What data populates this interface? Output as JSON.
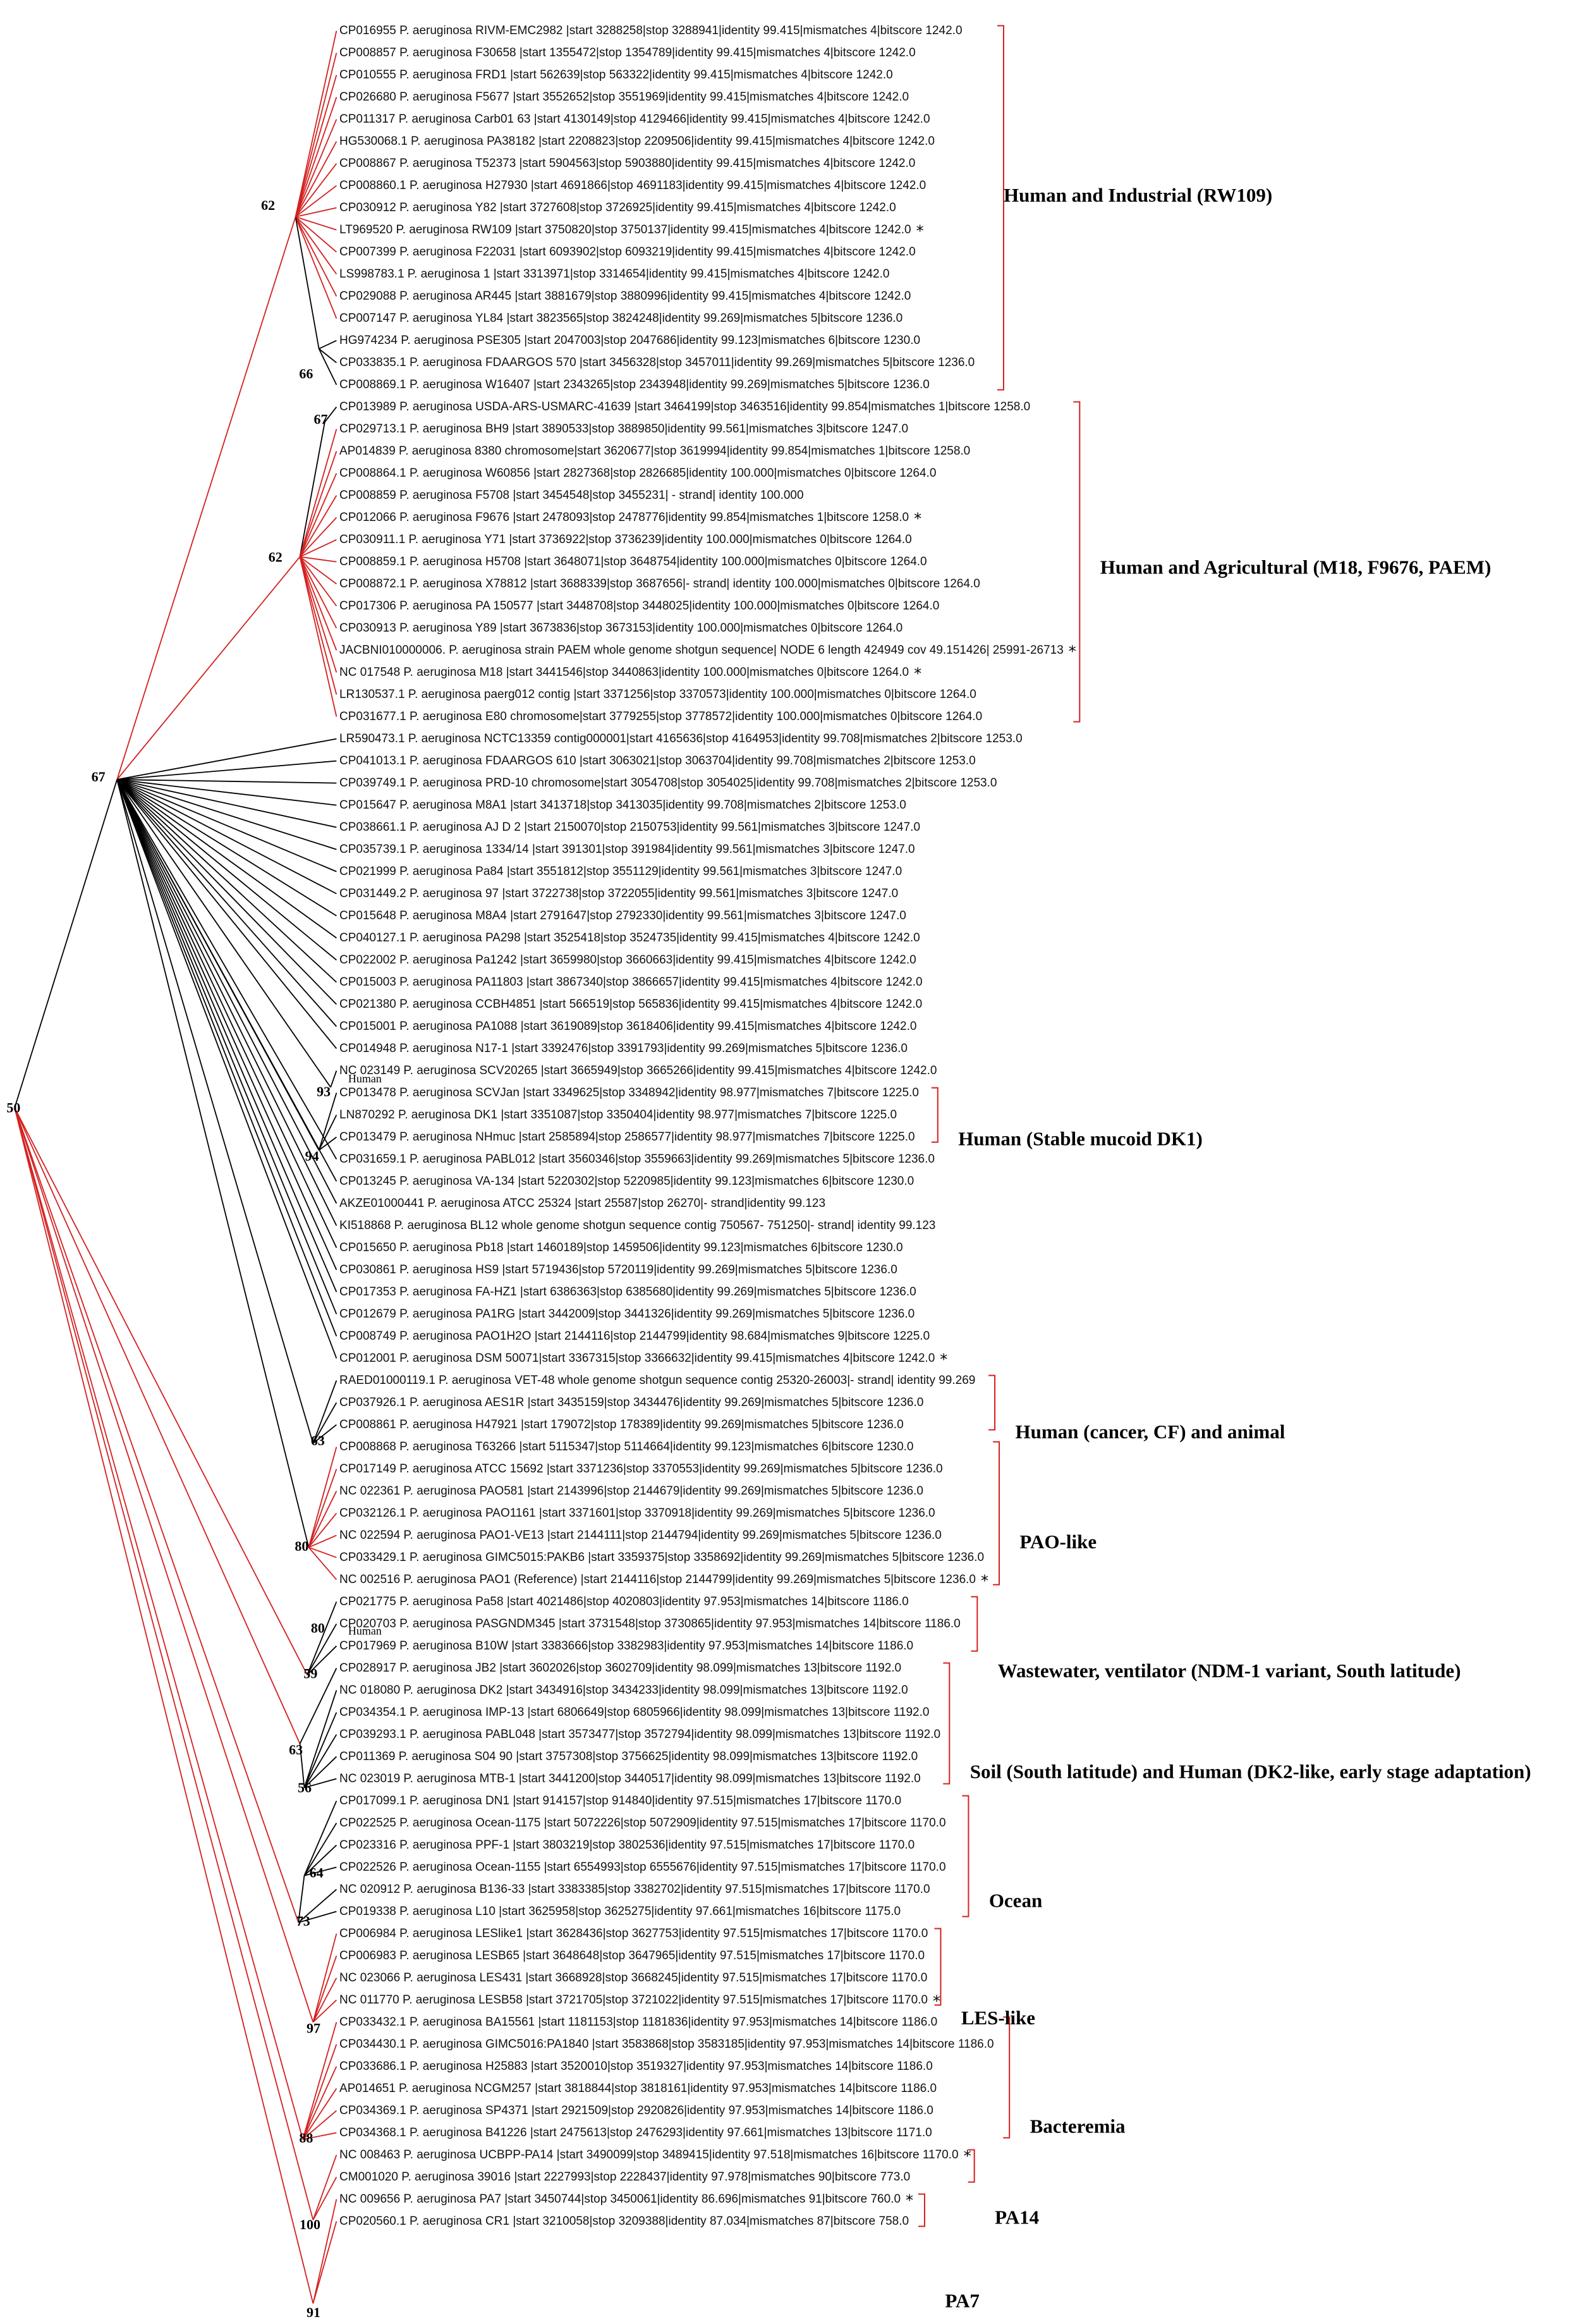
{
  "colors": {
    "red": "#d42020",
    "black": "#000000",
    "bracket": "#d42020"
  },
  "leaves": [
    "CP016955 P. aeruginosa RIVM-EMC2982 |start 3288258|stop 3288941|identity 99.415|mismatches 4|bitscore 1242.0",
    "CP008857 P. aeruginosa F30658 |start 1355472|stop 1354789|identity 99.415|mismatches 4|bitscore 1242.0",
    "CP010555 P. aeruginosa FRD1 |start 562639|stop 563322|identity 99.415|mismatches 4|bitscore 1242.0",
    "CP026680 P. aeruginosa F5677 |start 3552652|stop 3551969|identity 99.415|mismatches 4|bitscore 1242.0",
    "CP011317 P. aeruginosa Carb01 63 |start 4130149|stop 4129466|identity 99.415|mismatches 4|bitscore 1242.0",
    "HG530068.1 P. aeruginosa PA38182 |start 2208823|stop 2209506|identity 99.415|mismatches 4|bitscore 1242.0",
    "CP008867 P. aeruginosa T52373 |start 5904563|stop 5903880|identity 99.415|mismatches 4|bitscore 1242.0",
    "CP008860.1 P. aeruginosa H27930 |start 4691866|stop 4691183|identity 99.415|mismatches 4|bitscore 1242.0",
    "CP030912 P. aeruginosa Y82 |start 3727608|stop 3726925|identity 99.415|mismatches 4|bitscore 1242.0",
    "LT969520 P. aeruginosa RW109 |start 3750820|stop 3750137|identity 99.415|mismatches 4|bitscore 1242.0",
    "CP007399 P. aeruginosa F22031 |start 6093902|stop 6093219|identity 99.415|mismatches 4|bitscore 1242.0",
    "LS998783.1 P. aeruginosa 1 |start 3313971|stop 3314654|identity 99.415|mismatches 4|bitscore 1242.0",
    "CP029088 P. aeruginosa AR445 |start 3881679|stop 3880996|identity 99.415|mismatches 4|bitscore 1242.0",
    "CP007147 P. aeruginosa YL84 |start 3823565|stop 3824248|identity 99.269|mismatches 5|bitscore 1236.0",
    "HG974234 P. aeruginosa PSE305 |start 2047003|stop 2047686|identity 99.123|mismatches 6|bitscore 1230.0",
    "CP033835.1 P. aeruginosa FDAARGOS 570 |start 3456328|stop 3457011|identity 99.269|mismatches 5|bitscore 1236.0",
    "CP008869.1 P. aeruginosa W16407 |start 2343265|stop 2343948|identity 99.269|mismatches 5|bitscore 1236.0",
    "CP013989 P. aeruginosa USDA-ARS-USMARC-41639 |start 3464199|stop 3463516|identity 99.854|mismatches 1|bitscore 1258.0",
    "CP029713.1 P. aeruginosa BH9 |start 3890533|stop 3889850|identity 99.561|mismatches 3|bitscore 1247.0",
    "AP014839 P. aeruginosa 8380 chromosome|start 3620677|stop 3619994|identity 99.854|mismatches 1|bitscore 1258.0",
    "CP008864.1 P. aeruginosa W60856 |start 2827368|stop 2826685|identity 100.000|mismatches 0|bitscore 1264.0",
    "CP008859 P. aeruginosa F5708 |start 3454548|stop 3455231| - strand| identity 100.000",
    "CP012066 P. aeruginosa F9676 |start 2478093|stop 2478776|identity 99.854|mismatches 1|bitscore 1258.0",
    "CP030911.1 P. aeruginosa Y71 |start 3736922|stop 3736239|identity 100.000|mismatches 0|bitscore 1264.0",
    "CP008859.1 P. aeruginosa H5708 |start 3648071|stop 3648754|identity 100.000|mismatches 0|bitscore 1264.0",
    "CP008872.1 P. aeruginosa X78812 |start 3688339|stop 3687656|- strand| identity 100.000|mismatches 0|bitscore 1264.0",
    "CP017306 P. aeruginosa PA 150577 |start 3448708|stop 3448025|identity 100.000|mismatches 0|bitscore 1264.0",
    "CP030913 P. aeruginosa Y89 |start 3673836|stop 3673153|identity 100.000|mismatches 0|bitscore 1264.0",
    "JACBNI010000006. P. aeruginosa strain PAEM whole genome shotgun sequence| NODE 6 length 424949 cov 49.151426| 25991-26713",
    "NC 017548 P. aeruginosa M18 |start 3441546|stop 3440863|identity 100.000|mismatches 0|bitscore 1264.0",
    "LR130537.1 P. aeruginosa paerg012 contig |start 3371256|stop 3370573|identity 100.000|mismatches 0|bitscore 1264.0",
    "CP031677.1 P. aeruginosa E80 chromosome|start 3779255|stop 3778572|identity 100.000|mismatches 0|bitscore 1264.0",
    "LR590473.1 P. aeruginosa NCTC13359 contig000001|start 4165636|stop 4164953|identity 99.708|mismatches 2|bitscore 1253.0",
    "CP041013.1 P. aeruginosa FDAARGOS 610 |start 3063021|stop 3063704|identity 99.708|mismatches 2|bitscore 1253.0",
    "CP039749.1 P. aeruginosa PRD-10 chromosome|start 3054708|stop 3054025|identity 99.708|mismatches 2|bitscore 1253.0",
    "CP015647 P. aeruginosa M8A1 |start 3413718|stop 3413035|identity 99.708|mismatches 2|bitscore 1253.0",
    "CP038661.1 P. aeruginosa AJ D 2 |start 2150070|stop 2150753|identity 99.561|mismatches 3|bitscore 1247.0",
    "CP035739.1 P. aeruginosa 1334/14 |start 391301|stop 391984|identity 99.561|mismatches 3|bitscore 1247.0",
    "CP021999 P. aeruginosa Pa84 |start 3551812|stop 3551129|identity 99.561|mismatches 3|bitscore 1247.0",
    "CP031449.2 P. aeruginosa 97 |start 3722738|stop 3722055|identity 99.561|mismatches 3|bitscore 1247.0",
    "CP015648 P. aeruginosa M8A4 |start 2791647|stop 2792330|identity 99.561|mismatches 3|bitscore 1247.0",
    "CP040127.1 P. aeruginosa PA298 |start 3525418|stop 3524735|identity 99.415|mismatches 4|bitscore 1242.0",
    "CP022002 P. aeruginosa Pa1242 |start 3659980|stop 3660663|identity 99.415|mismatches 4|bitscore 1242.0",
    "CP015003 P. aeruginosa PA11803 |start 3867340|stop 3866657|identity 99.415|mismatches 4|bitscore 1242.0",
    "CP021380 P. aeruginosa CCBH4851 |start 566519|stop 565836|identity 99.415|mismatches 4|bitscore 1242.0",
    "CP015001 P. aeruginosa PA1088 |start 3619089|stop 3618406|identity 99.415|mismatches 4|bitscore 1242.0",
    "CP014948 P. aeruginosa N17-1 |start 3392476|stop 3391793|identity 99.269|mismatches 5|bitscore 1236.0",
    "NC 023149 P. aeruginosa SCV20265 |start 3665949|stop 3665266|identity 99.415|mismatches 4|bitscore 1242.0",
    "CP013478 P. aeruginosa SCVJan |start 3349625|stop 3348942|identity 98.977|mismatches 7|bitscore 1225.0",
    "LN870292 P. aeruginosa DK1 |start 3351087|stop 3350404|identity 98.977|mismatches 7|bitscore 1225.0",
    "CP013479 P. aeruginosa NHmuc |start 2585894|stop 2586577|identity 98.977|mismatches 7|bitscore 1225.0",
    "CP031659.1 P. aeruginosa PABL012 |start 3560346|stop 3559663|identity 99.269|mismatches 5|bitscore 1236.0",
    "CP013245 P. aeruginosa VA-134 |start 5220302|stop 5220985|identity 99.123|mismatches 6|bitscore 1230.0",
    "AKZE01000441 P. aeruginosa ATCC 25324 |start 25587|stop 26270|- strand|identity 99.123",
    "KI518868 P. aeruginosa BL12 whole genome shotgun sequence contig 750567- 751250|- strand| identity 99.123",
    "CP015650 P. aeruginosa Pb18 |start 1460189|stop 1459506|identity 99.123|mismatches 6|bitscore 1230.0",
    "CP030861 P. aeruginosa HS9 |start 5719436|stop 5720119|identity 99.269|mismatches 5|bitscore 1236.0",
    "CP017353 P. aeruginosa FA-HZ1 |start 6386363|stop 6385680|identity 99.269|mismatches 5|bitscore 1236.0",
    "CP012679 P. aeruginosa PA1RG |start 3442009|stop 3441326|identity 99.269|mismatches 5|bitscore 1236.0",
    "CP008749 P. aeruginosa PAO1H2O |start 2144116|stop 2144799|identity 98.684|mismatches 9|bitscore 1225.0",
    "CP012001 P. aeruginosa DSM 50071|start 3367315|stop 3366632|identity 99.415|mismatches 4|bitscore 1242.0",
    "RAED01000119.1 P. aeruginosa VET-48 whole genome shotgun sequence contig 25320-26003|- strand| identity 99.269",
    "CP037926.1 P. aeruginosa AES1R |start 3435159|stop 3434476|identity 99.269|mismatches 5|bitscore 1236.0",
    "CP008861 P. aeruginosa H47921 |start 179072|stop 178389|identity 99.269|mismatches 5|bitscore 1236.0",
    "CP008868 P. aeruginosa T63266 |start 5115347|stop 5114664|identity 99.123|mismatches 6|bitscore 1230.0",
    "CP017149 P. aeruginosa ATCC 15692 |start 3371236|stop 3370553|identity 99.269|mismatches 5|bitscore 1236.0",
    "NC 022361 P. aeruginosa PAO581 |start 2143996|stop 2144679|identity 99.269|mismatches 5|bitscore 1236.0",
    "CP032126.1 P. aeruginosa PAO1161 |start 3371601|stop 3370918|identity 99.269|mismatches 5|bitscore 1236.0",
    "NC 022594 P. aeruginosa PAO1-VE13 |start 2144111|stop 2144794|identity 99.269|mismatches 5|bitscore 1236.0",
    "CP033429.1 P. aeruginosa GIMC5015:PAKB6 |start 3359375|stop 3358692|identity 99.269|mismatches 5|bitscore 1236.0",
    "NC 002516 P. aeruginosa PAO1 (Reference) |start 2144116|stop 2144799|identity 99.269|mismatches 5|bitscore 1236.0",
    "CP021775 P. aeruginosa Pa58 |start 4021486|stop 4020803|identity 97.953|mismatches 14|bitscore 1186.0",
    "CP020703 P. aeruginosa PASGNDM345 |start 3731548|stop 3730865|identity 97.953|mismatches 14|bitscore 1186.0",
    "CP017969 P. aeruginosa B10W |start 3383666|stop 3382983|identity 97.953|mismatches 14|bitscore 1186.0",
    "CP028917 P. aeruginosa JB2 |start 3602026|stop 3602709|identity 98.099|mismatches 13|bitscore 1192.0",
    "NC 018080 P. aeruginosa DK2 |start 3434916|stop 3434233|identity 98.099|mismatches 13|bitscore 1192.0",
    "CP034354.1 P. aeruginosa IMP-13 |start 6806649|stop 6805966|identity 98.099|mismatches 13|bitscore 1192.0",
    "CP039293.1 P. aeruginosa PABL048 |start 3573477|stop 3572794|identity 98.099|mismatches 13|bitscore 1192.0",
    "CP011369 P. aeruginosa S04 90 |start 3757308|stop 3756625|identity 98.099|mismatches 13|bitscore 1192.0",
    "NC 023019 P. aeruginosa MTB-1 |start 3441200|stop 3440517|identity 98.099|mismatches 13|bitscore 1192.0",
    "CP017099.1 P. aeruginosa DN1 |start 914157|stop 914840|identity 97.515|mismatches 17|bitscore 1170.0",
    "CP022525 P. aeruginosa Ocean-1175 |start 5072226|stop 5072909|identity 97.515|mismatches 17|bitscore 1170.0",
    "CP023316 P. aeruginosa PPF-1 |start 3803219|stop 3802536|identity 97.515|mismatches 17|bitscore 1170.0",
    "CP022526 P. aeruginosa Ocean-1155 |start 6554993|stop 6555676|identity 97.515|mismatches 17|bitscore 1170.0",
    "NC 020912 P. aeruginosa B136-33 |start 3383385|stop 3382702|identity 97.515|mismatches 17|bitscore 1170.0",
    "CP019338 P. aeruginosa L10 |start 3625958|stop 3625275|identity 97.661|mismatches 16|bitscore 1175.0",
    "CP006984 P. aeruginosa LESlike1 |start 3628436|stop 3627753|identity 97.515|mismatches 17|bitscore 1170.0",
    "CP006983 P. aeruginosa LESB65 |start 3648648|stop 3647965|identity 97.515|mismatches 17|bitscore 1170.0",
    "NC 023066 P. aeruginosa LES431 |start 3668928|stop 3668245|identity 97.515|mismatches 17|bitscore 1170.0",
    "NC 011770 P. aeruginosa LESB58 |start 3721705|stop 3721022|identity 97.515|mismatches 17|bitscore 1170.0",
    "CP033432.1 P. aeruginosa BA15561 |start 1181153|stop 1181836|identity 97.953|mismatches 14|bitscore 1186.0",
    "CP034430.1 P. aeruginosa GIMC5016:PA1840 |start 3583868|stop 3583185|identity 97.953|mismatches 14|bitscore 1186.0",
    "CP033686.1 P. aeruginosa H25883 |start 3520010|stop 3519327|identity 97.953|mismatches 14|bitscore 1186.0",
    "AP014651 P. aeruginosa NCGM257 |start 3818844|stop 3818161|identity 97.953|mismatches 14|bitscore 1186.0",
    "CP034369.1 P. aeruginosa SP4371 |start 2921509|stop 2920826|identity 97.953|mismatches 14|bitscore 1186.0",
    "CP034368.1 P. aeruginosa B41226 |start 2475613|stop 2476293|identity 97.661|mismatches 13|bitscore 1171.0",
    "NC 008463 P. aeruginosa UCBPP-PA14 |start 3490099|stop 3489415|identity 97.518|mismatches 16|bitscore 1170.0",
    "CM001020 P. aeruginosa 39016 |start 2227993|stop 2228437|identity 97.978|mismatches 90|bitscore 773.0",
    "NC 009656 P. aeruginosa PA7 |start 3450744|stop 3450061|identity 86.696|mismatches 91|bitscore 760.0",
    "CP020560.1 P. aeruginosa CR1 |start 3210058|stop 3209388|identity 87.034|mismatches 87|bitscore 758.0"
  ],
  "starred": [
    9,
    22,
    28,
    29,
    60,
    70,
    89,
    96,
    98
  ],
  "bootstraps": [
    "62",
    "66",
    "67",
    "62",
    "67",
    "50",
    "93",
    "94",
    "63",
    "80",
    "80",
    "59",
    "63",
    "56",
    "64",
    "73",
    "97",
    "88",
    "100",
    "91"
  ],
  "small_labels": [
    "Human",
    "Human"
  ],
  "star_char": "*",
  "groups": [
    "Human and Industrial (RW109)",
    "Human and Agricultural (M18, F9676, PAEM)",
    "Human (Stable mucoid DK1)",
    "Human (cancer, CF) and animal",
    "PAO-like",
    "Wastewater, ventilator (NDM-1 variant, South latitude)",
    "Soil (South latitude) and Human (DK2-like, early stage adaptation)",
    "Ocean",
    "LES-like",
    "Bacteremia",
    "PA14",
    "PA7"
  ]
}
